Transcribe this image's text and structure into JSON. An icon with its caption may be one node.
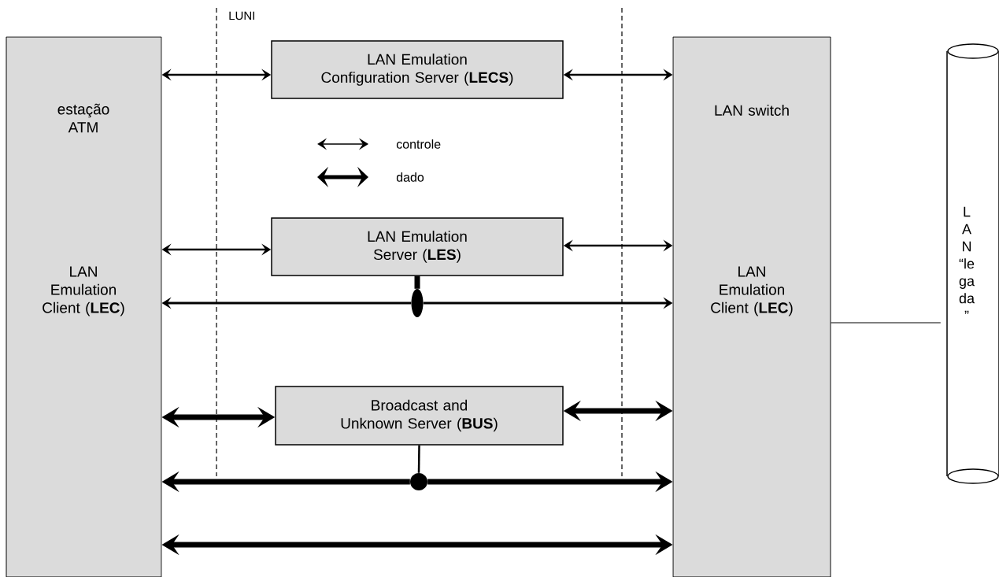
{
  "diagram": {
    "nodes": [
      {
        "text": [
          "estação ATM",
          "LAN Emulation Client (**LEC**)"
        ]
      },
      {
        "text": [
          "LAN Emulation Configuration Server (**LECS**)"
        ]
      },
      {
        "text": [
          "LAN switch",
          "LAN Emulation Client (**LEC**)"
        ]
      },
      {
        "text": [
          "LAN Emulation Server (**LES**)"
        ]
      },
      {
        "text": [
          "Broadcast and Unknown Server (**BUS**)"
        ]
      },
      {
        "text": [
          "L A N “le ga da ”"
        ]
      },
      {
        "text": [],
        "shape": "circle"
      },
      {
        "text": [],
        "shape": "circle"
      }
    ],
    "edges": [
      {
        "from": 0,
        "to": 1,
        "arrow": "both"
      },
      {
        "from": 1,
        "to": 2,
        "arrow": "both"
      },
      {
        "from": 0,
        "to": 3,
        "arrow": "both"
      },
      {
        "from": 3,
        "to": 2,
        "arrow": "both"
      },
      {
        "from": 6,
        "to": 0,
        "arrow": "to"
      },
      {
        "from": 6,
        "to": 2,
        "arrow": "to"
      },
      {
        "from": 3,
        "to": 6,
        "arrow": "none",
        "style": "thick"
      },
      {
        "from": 0,
        "to": 4,
        "arrow": "both",
        "style": "thick"
      },
      {
        "from": 4,
        "to": 2,
        "arrow": "both",
        "style": "thick"
      },
      {
        "from": 7,
        "to": 0,
        "arrow": "to",
        "style": "thick"
      },
      {
        "from": 7,
        "to": 2,
        "arrow": "to",
        "style": "thick"
      },
      {
        "from": 4,
        "to": 7,
        "arrow": "none"
      },
      {
        "from": 0,
        "to": 2,
        "arrow": "both",
        "style": "thick"
      },
      {
        "from": 2,
        "to": 5,
        "arrow": "none"
      }
    ],
    "labels": [
      "LUNI"
    ],
    "legend": [
      {
        "text": "controle"
      },
      {
        "text": "dado"
      }
    ]
  }
}
